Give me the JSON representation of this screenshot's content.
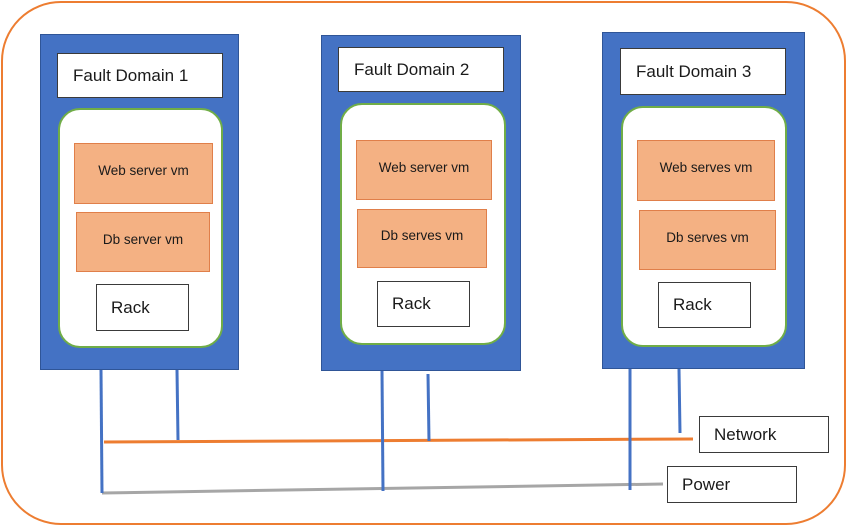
{
  "domains": [
    {
      "title": "Fault Domain 1",
      "vm_web": "Web server vm",
      "vm_db": "Db server vm",
      "rack": "Rack"
    },
    {
      "title": "Fault Domain 2",
      "vm_web": "Web server vm",
      "vm_db": "Db serves vm",
      "rack": "Rack"
    },
    {
      "title": "Fault Domain 3",
      "vm_web": "Web serves vm",
      "vm_db": "Db serves vm",
      "rack": "Rack"
    }
  ],
  "network_label": "Network",
  "power_label": "Power",
  "colors": {
    "domain_fill": "#4472c4",
    "inner_border": "#70ad47",
    "vm_fill": "#f4b183",
    "outer_border": "#ed7d31",
    "network_line": "#ed7d31",
    "power_line": "#a6a6a6",
    "connector_line": "#4472c4"
  }
}
